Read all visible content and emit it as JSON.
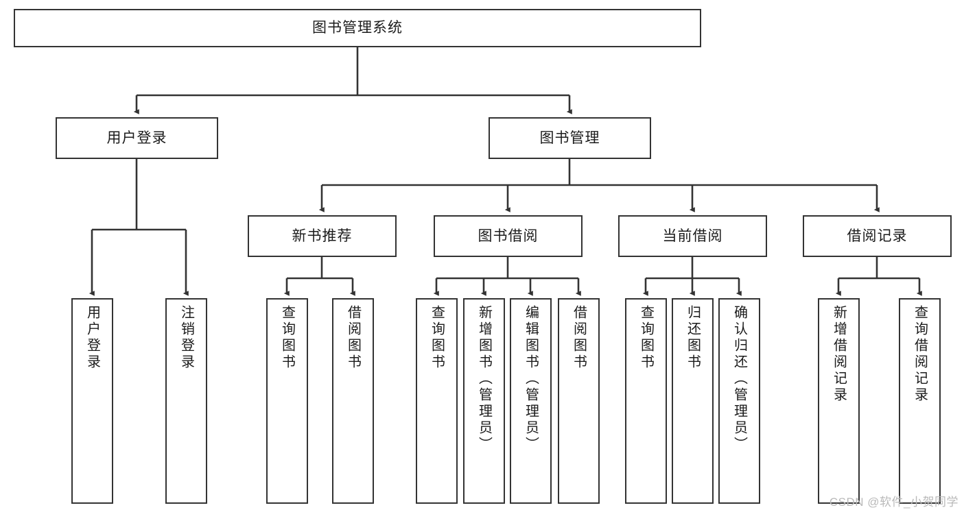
{
  "diagram": {
    "title": "图书管理系统",
    "type": "tree-hierarchy",
    "colors": {
      "box_border": "#333333",
      "box_fill": "#ffffff",
      "edge": "#333333",
      "text": "#1b1b1b",
      "watermark": "#b9b9b9",
      "background": "#ffffff"
    },
    "root": {
      "label": "图书管理系统"
    },
    "level2": [
      {
        "label": "用户登录"
      },
      {
        "label": "图书管理"
      }
    ],
    "level3": [
      {
        "label": "新书推荐"
      },
      {
        "label": "图书借阅"
      },
      {
        "label": "当前借阅"
      },
      {
        "label": "借阅记录"
      }
    ],
    "leaves": {
      "user_login": [
        {
          "label": "用户登录"
        },
        {
          "label": "注销登录"
        }
      ],
      "new_book_recommend": [
        {
          "label": "查询图书"
        },
        {
          "label": "借阅图书"
        }
      ],
      "book_borrow": [
        {
          "label": "查询图书"
        },
        {
          "label": "新增图书（管理员）"
        },
        {
          "label": "编辑图书（管理员）"
        },
        {
          "label": "借阅图书"
        }
      ],
      "current_borrow": [
        {
          "label": "查询图书"
        },
        {
          "label": "归还图书"
        },
        {
          "label": "确认归还（管理员）"
        }
      ],
      "borrow_record": [
        {
          "label": "新增借阅记录"
        },
        {
          "label": "查询借阅记录"
        }
      ]
    }
  },
  "watermark": {
    "text": "CSDN @软件_小贺同学"
  }
}
